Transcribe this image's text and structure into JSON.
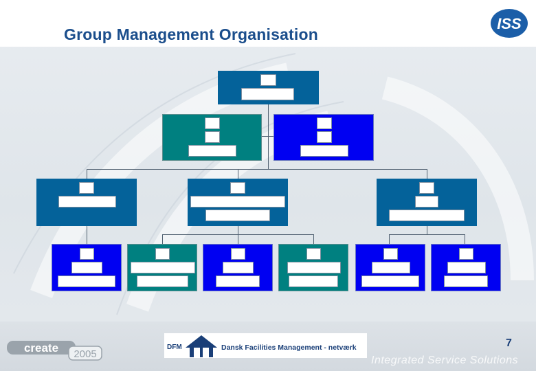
{
  "slide": {
    "title": "Group Management Organisation",
    "page_number": "7"
  },
  "logos": {
    "iss": "ISS",
    "create": "create",
    "create_year": "2005",
    "dfm_abbr": "DFM",
    "dfm_name": "Dansk Facilities Management - netværk"
  },
  "footer": {
    "tagline": "Integrated Service Solutions"
  },
  "colors": {
    "dark_blue": "#04629a",
    "teal": "#008080",
    "bright_blue": "#0000f2",
    "title": "#1b4e8c",
    "connector": "#506070"
  }
}
